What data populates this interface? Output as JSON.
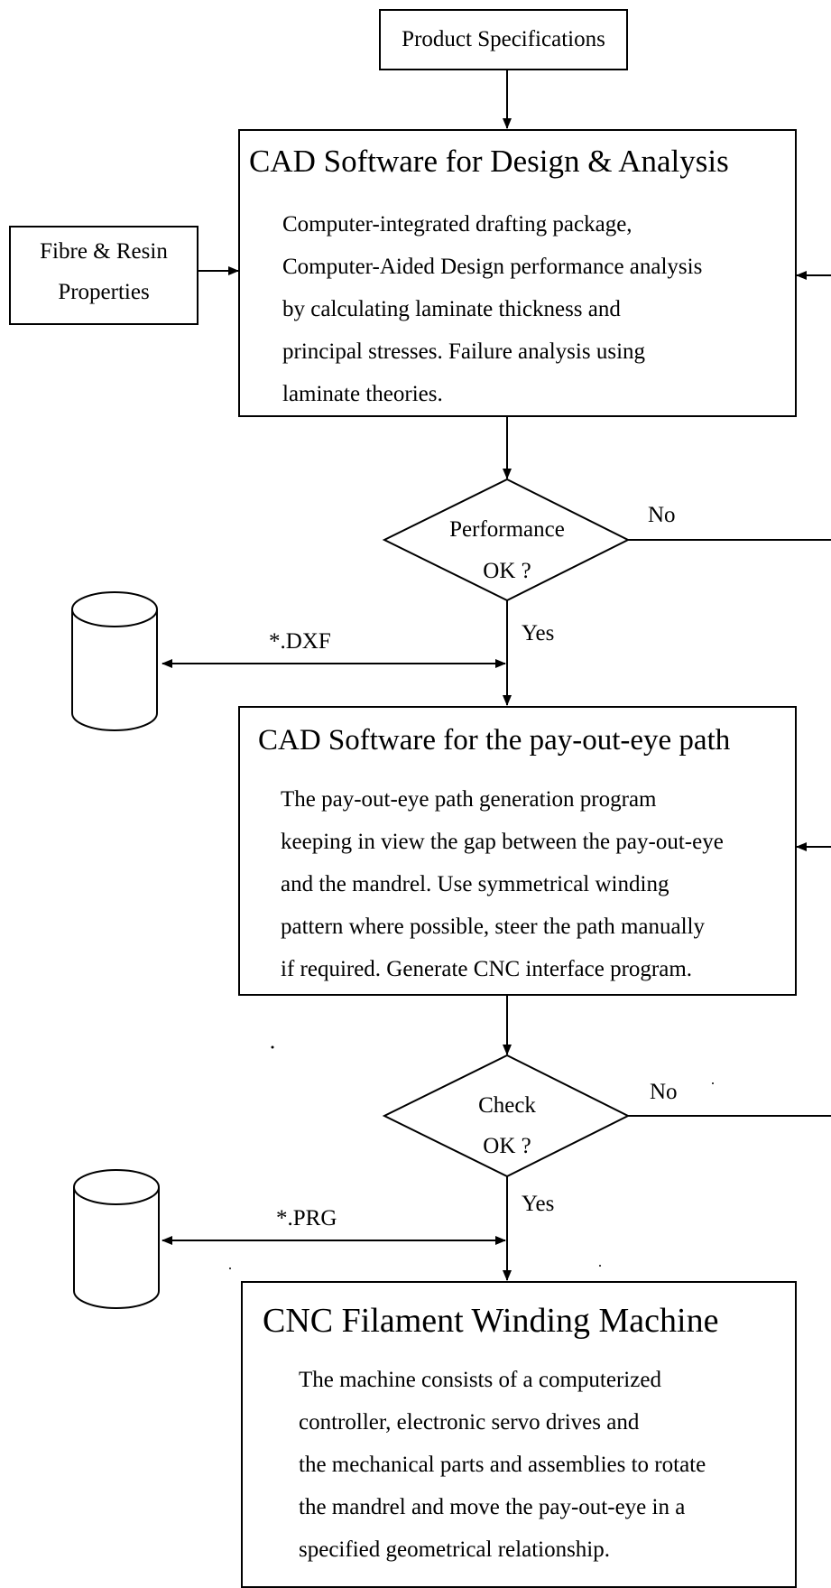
{
  "product_specs": "Product Specifications",
  "fibre_resin": {
    "line1": "Fibre & Resin",
    "line2": "Properties"
  },
  "cad_design": {
    "title": "CAD Software for Design & Analysis",
    "lines": [
      "Computer-integrated drafting package,",
      "Computer-Aided Design performance analysis",
      "by calculating laminate thickness and",
      "principal stresses.  Failure analysis using",
      "laminate theories."
    ]
  },
  "decision1": {
    "line1": "Performance",
    "line2": "OK ?",
    "no": "No",
    "yes": "Yes"
  },
  "file1": "*.DXF",
  "cad_path": {
    "title": "CAD Software for the pay-out-eye path",
    "lines": [
      "The pay-out-eye path generation program",
      "keeping in view the gap between the pay-out-eye",
      "and the mandrel.  Use symmetrical winding",
      "pattern where possible, steer the path manually",
      "if required.  Generate CNC interface program."
    ]
  },
  "decision2": {
    "line1": "Check",
    "line2": "OK ?",
    "no": "No",
    "yes": "Yes"
  },
  "file2": "*.PRG",
  "cnc": {
    "title": "CNC Filament Winding Machine",
    "lines": [
      "The machine consists of a computerized",
      "controller, electronic servo drives and",
      "the mechanical parts and assemblies to rotate",
      "the mandrel and move the pay-out-eye in a",
      "specified geometrical relationship."
    ]
  }
}
